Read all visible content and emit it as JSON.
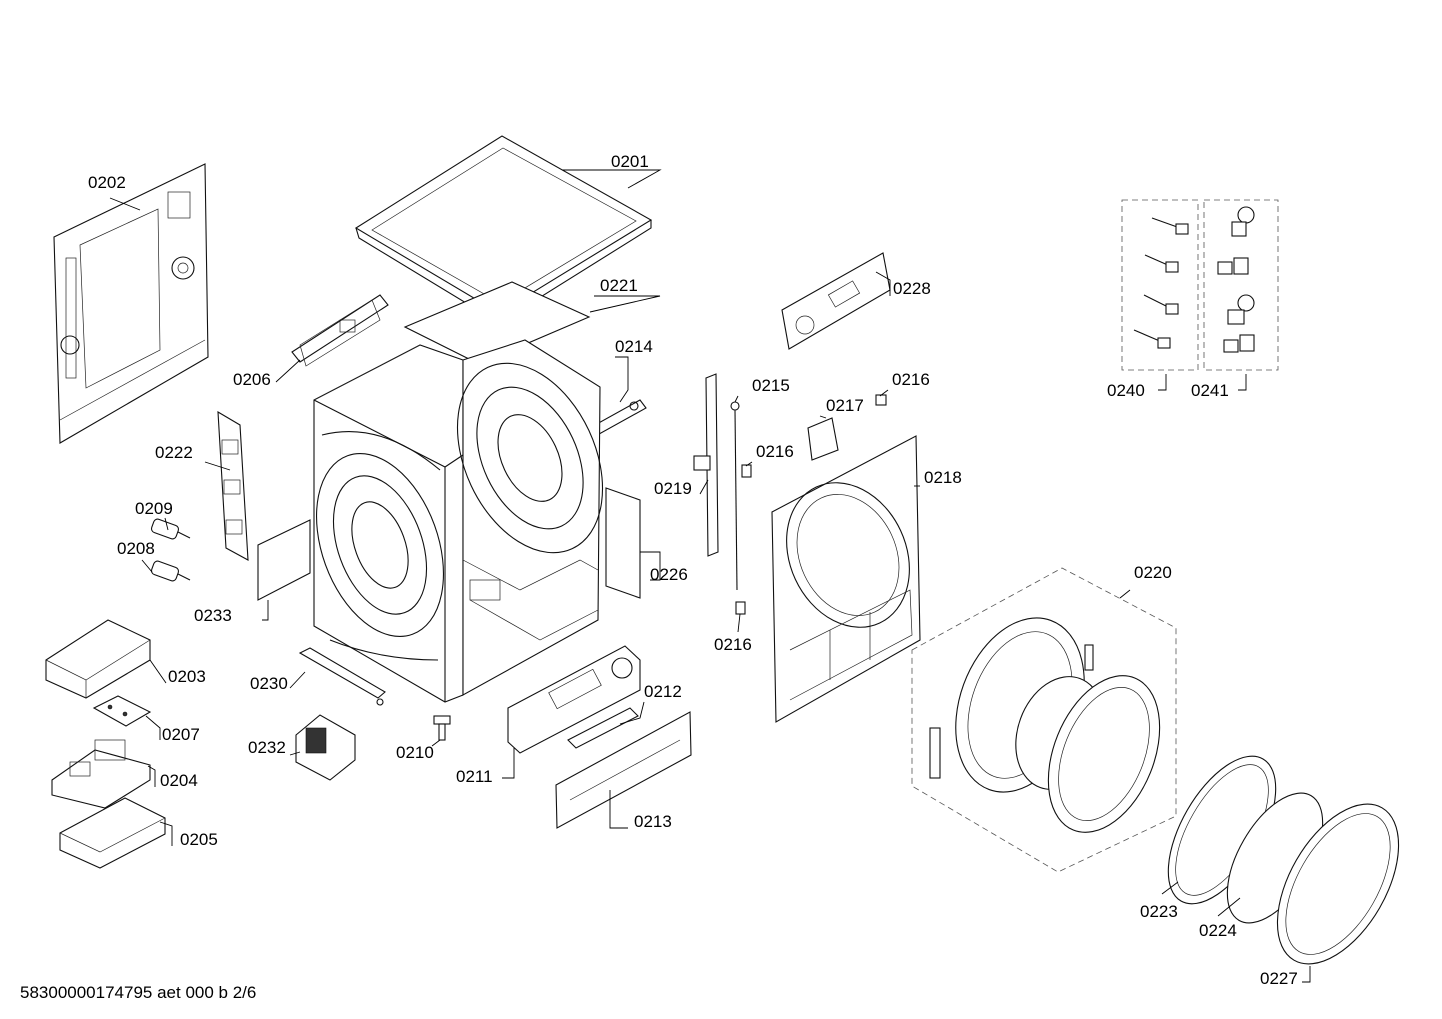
{
  "labels": {
    "p0201": "0201",
    "p0202": "0202",
    "p0203": "0203",
    "p0204": "0204",
    "p0205": "0205",
    "p0206": "0206",
    "p0207": "0207",
    "p0208": "0208",
    "p0209": "0209",
    "p0210": "0210",
    "p0211": "0211",
    "p0212": "0212",
    "p0213": "0213",
    "p0214": "0214",
    "p0215": "0215",
    "p0216a": "0216",
    "p0216b": "0216",
    "p0216c": "0216",
    "p0217": "0217",
    "p0218": "0218",
    "p0219": "0219",
    "p0220": "0220",
    "p0221": "0221",
    "p0222": "0222",
    "p0223": "0223",
    "p0224": "0224",
    "p0226": "0226",
    "p0227": "0227",
    "p0228": "0228",
    "p0230": "0230",
    "p0232": "0232",
    "p0233": "0233",
    "p0240": "0240",
    "p0241": "0241"
  },
  "footer": "58300000174795 aet 000 b 2/6"
}
